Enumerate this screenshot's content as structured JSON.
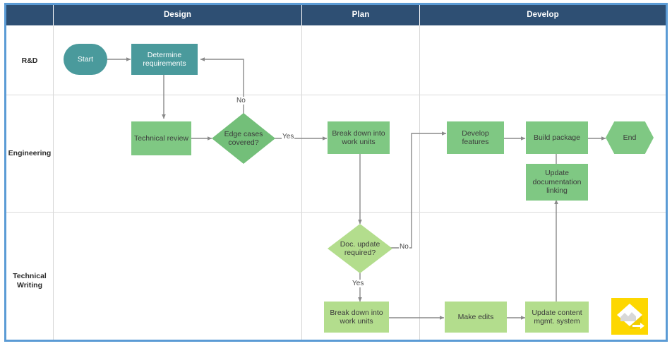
{
  "diagram": {
    "type": "swimlane-flowchart",
    "columns": [
      {
        "label": "Design"
      },
      {
        "label": "Plan"
      },
      {
        "label": "Develop"
      }
    ],
    "lanes": [
      {
        "label": "R&D"
      },
      {
        "label": "Engineering"
      },
      {
        "label": "Technical\nWriting"
      },
      {
        "label_line1": "Technical",
        "label_line2": "Writing"
      }
    ],
    "nodes": {
      "start": "Start",
      "determine_requirements": "Determine requirements",
      "technical_review": "Technical review",
      "edge_cases": "Edge cases covered?",
      "break_down_plan": "Break down into work units",
      "doc_update": "Doc. update required?",
      "break_down_tw": "Break down into work units",
      "make_edits": "Make edits",
      "update_cms": "Update content mgmt. system",
      "update_doc_link": "Update documentation linking",
      "develop_features": "Develop features",
      "build_package": "Build package",
      "end": "End"
    },
    "edge_labels": {
      "edge_cases_no": "No",
      "edge_cases_yes": "Yes",
      "doc_update_no": "No",
      "doc_update_yes": "Yes"
    },
    "colors": {
      "header_band": "#2e4f73",
      "selection_border": "#5b9bd5",
      "teal": "#4a9a9c",
      "green": "#7fc883",
      "green_light": "#b3dd8d",
      "diamond_green": "#73bf79",
      "connector": "#8a8a8a",
      "grid": "#d6d6d6",
      "logo_yellow": "#fdd700"
    }
  },
  "logo": {
    "name": "lucidchart-logo"
  }
}
